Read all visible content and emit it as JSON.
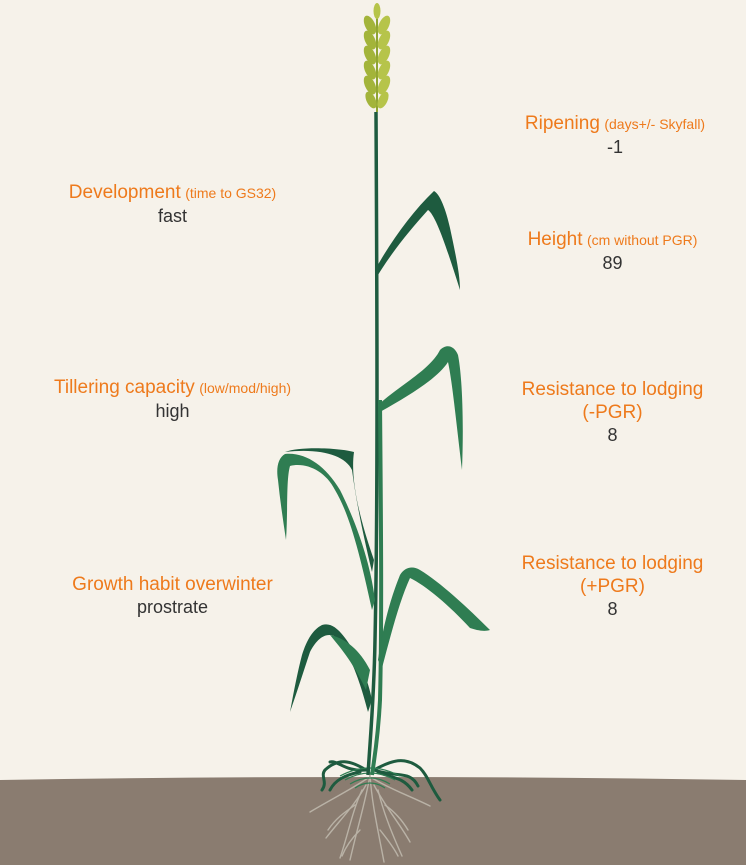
{
  "colors": {
    "background": "#f6f2ea",
    "label": "#ee7a1c",
    "value": "#333333",
    "soil": "#8a7c70",
    "stem": "#1e5b3f",
    "leaf_light": "#2f7d52",
    "ear": "#a3b43a",
    "roots": "#b9b2a6"
  },
  "traits": {
    "ripening": {
      "label": "Ripening",
      "note": "(days+/- Skyfall)",
      "value": "-1"
    },
    "development": {
      "label": "Development",
      "note": "(time to GS32)",
      "value": "fast"
    },
    "height": {
      "label": "Height",
      "note": "(cm without PGR)",
      "value": "89"
    },
    "tillering": {
      "label": "Tillering capacity",
      "note": "(low/mod/high)",
      "value": "high"
    },
    "lodging_minus": {
      "label": "Resistance to lodging",
      "label2": "(-PGR)",
      "value": "8"
    },
    "growth": {
      "label": "Growth habit overwinter",
      "value": "prostrate"
    },
    "lodging_plus": {
      "label": "Resistance to lodging",
      "label2": "(+PGR)",
      "value": "8"
    }
  }
}
